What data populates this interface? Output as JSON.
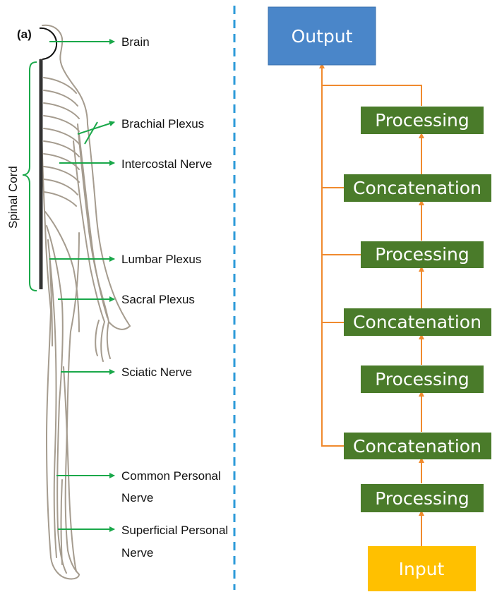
{
  "panel_label": "(a)",
  "anatomy": {
    "spinal_cord_label": "Spinal Cord",
    "labels": [
      {
        "id": "brain",
        "lines": [
          "Brain"
        ]
      },
      {
        "id": "brachial",
        "lines": [
          "Brachial Plexus"
        ]
      },
      {
        "id": "intercostal",
        "lines": [
          "Intercostal Nerve"
        ]
      },
      {
        "id": "lumbar",
        "lines": [
          "Lumbar Plexus"
        ]
      },
      {
        "id": "sacral",
        "lines": [
          "Sacral Plexus"
        ]
      },
      {
        "id": "sciatic",
        "lines": [
          "Sciatic Nerve"
        ]
      },
      {
        "id": "common",
        "lines": [
          "Common Personal",
          "Nerve"
        ]
      },
      {
        "id": "superficial",
        "lines": [
          "Superficial Personal",
          "Nerve"
        ]
      }
    ]
  },
  "flow": {
    "output": "Output",
    "input": "Input",
    "stages": [
      "Processing",
      "Concatenation",
      "Processing",
      "Concatenation",
      "Processing",
      "Concatenation",
      "Processing"
    ]
  },
  "colors": {
    "arrow_green": "#1aa84a",
    "flow_orange": "#f08a2e",
    "divider_blue": "#2e9bd8",
    "output_box": "#4a86c9",
    "input_box": "#ffc000",
    "stage_box": "#4a7b2a",
    "body_outline": "#a59c8f"
  }
}
